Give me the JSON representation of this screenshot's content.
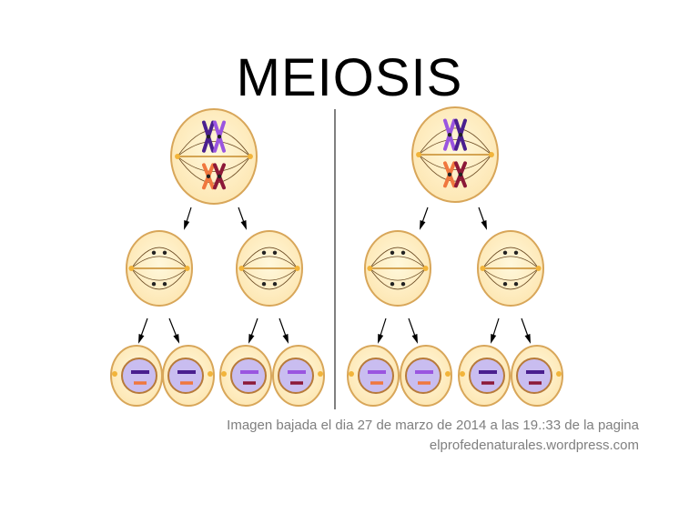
{
  "slide": {
    "title": "MEIOSIS",
    "caption_line1": "Imagen bajada el dia 27 de marzo de 2014 a las 19.:33  de la pagina",
    "caption_line2": "elprofedenaturales.wordpress.com"
  },
  "colors": {
    "cell_fill": "#fde7b4",
    "cell_stroke": "#d8a659",
    "nucleus": "#c9bdf0",
    "chrom_dark_purple": "#4a1f8f",
    "chrom_light_purple": "#9a55e0",
    "chrom_orange": "#f0773e",
    "chrom_maroon": "#8c1838"
  }
}
